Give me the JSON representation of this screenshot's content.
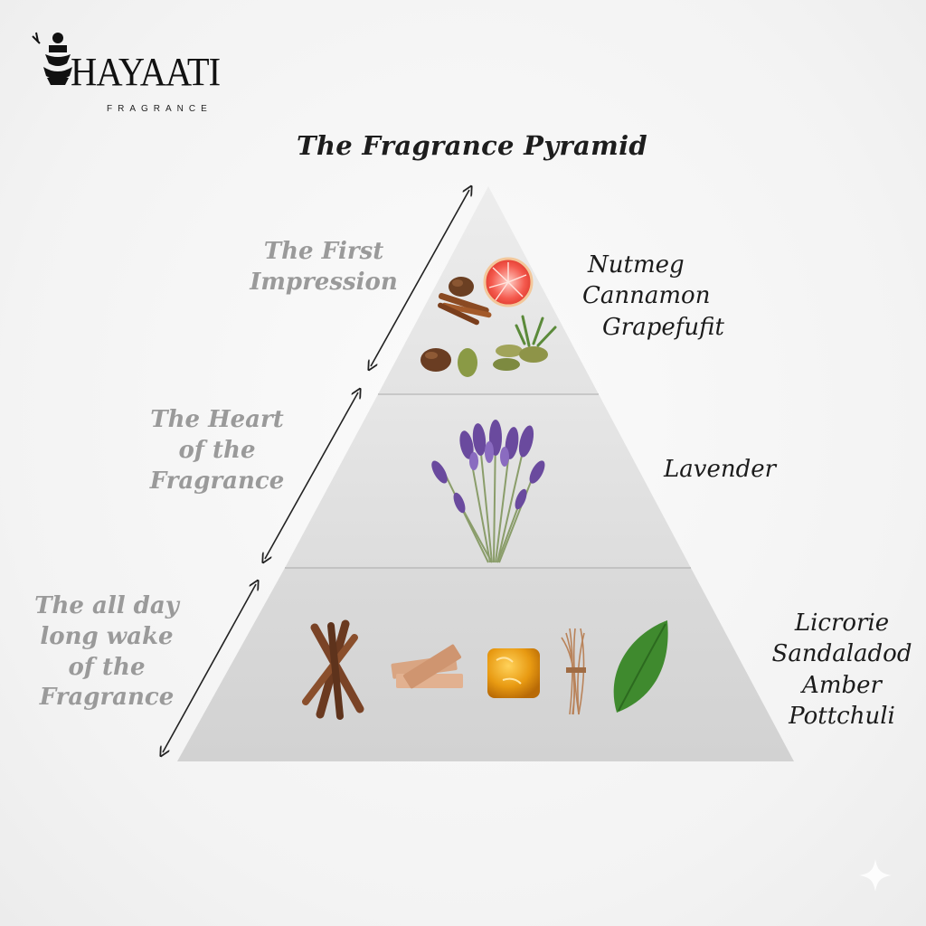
{
  "brand": {
    "name": "HAYAATI",
    "tagline": "FRAGRANCE"
  },
  "title": "The Fragrance Pyramid",
  "tiers": [
    {
      "id": "top",
      "label_lines": [
        "The First",
        "Impression"
      ],
      "notes": [
        "Nutmeg",
        "Cannamon",
        "Grapefufit"
      ],
      "ingredient_icons": [
        "cinnamon-icon",
        "nutmeg-icon",
        "grapefruit-icon",
        "cardamom-icon",
        "rosemary-icon"
      ]
    },
    {
      "id": "middle",
      "label_lines": [
        "The Heart",
        "of the",
        "Fragrance"
      ],
      "notes": [
        "Lavender"
      ],
      "ingredient_icons": [
        "lavender-icon"
      ]
    },
    {
      "id": "base",
      "label_lines": [
        "The all day",
        "long wake",
        "of the",
        "Fragrance"
      ],
      "notes": [
        "Licrorie",
        "Sandaladod",
        "Amber",
        "Pottchuli"
      ],
      "ingredient_icons": [
        "licorice-root-icon",
        "sandalwood-icon",
        "amber-icon",
        "vetiver-root-icon",
        "patchouli-leaf-icon"
      ]
    }
  ],
  "colors": {
    "tier_top": "#e8e8e8",
    "tier_middle": "#e3e3e3",
    "tier_base": "#d8d8d8",
    "label_gray": "#9a9a9a",
    "note_text": "#1b1b1b"
  }
}
